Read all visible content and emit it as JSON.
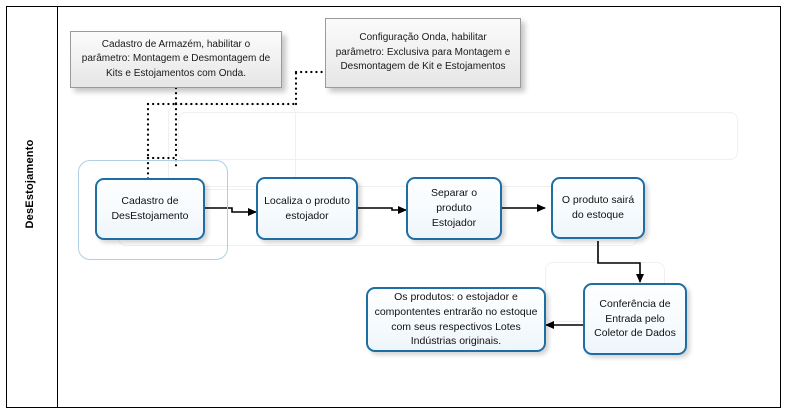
{
  "diagram": {
    "title": "DesEstojamento",
    "lane_label": "DesEstojamento",
    "colors": {
      "process_border": "#1f6ea3",
      "process_fill": "#f7fbfe",
      "group_frame": "#aed0e3",
      "note_border": "#9a9a9a",
      "note_fill": "#f0f0f0",
      "connector": "#000000",
      "frame": "#000000"
    },
    "notes": [
      {
        "id": "note-cadastro-armazem",
        "text": "Cadastro de Armazém, habilitar o parâmetro: Montagem e Desmontagem de Kits e Estojamentos com Onda."
      },
      {
        "id": "note-configuracao-onda",
        "text": "Configuração Onda, habilitar parâmetro:  Exclusiva para Montagem e Desmontagem de Kit e Estojamentos"
      }
    ],
    "steps": [
      {
        "id": "step-cadastro-desestojamento",
        "text": "Cadastro de DesEstojamento"
      },
      {
        "id": "step-localiza-produto",
        "text": "Localiza o produto estojador"
      },
      {
        "id": "step-separar-produto",
        "text": "Separar o produto Estojador"
      },
      {
        "id": "step-produto-saira-estoque",
        "text": "O produto sairá do estoque"
      },
      {
        "id": "step-conferencia-entrada",
        "text": "Conferência de Entrada pelo Coletor de Dados"
      },
      {
        "id": "step-produtos-entrarao",
        "text": "Os produtos: o estojador e compontentes entrarão no estoque com seus respectivos Lotes Indústrias originais."
      }
    ],
    "connectors": [
      {
        "id": "arrow-cadastro-to-localiza",
        "type": "solid-arrow"
      },
      {
        "id": "arrow-localiza-to-separar",
        "type": "solid-arrow"
      },
      {
        "id": "arrow-separar-to-saira",
        "type": "solid-arrow"
      },
      {
        "id": "arrow-saira-to-conferencia",
        "type": "solid-arrow"
      },
      {
        "id": "arrow-conferencia-to-produtos",
        "type": "solid-arrow"
      },
      {
        "id": "dotted-note-armazem-to-cadastro",
        "type": "dotted"
      },
      {
        "id": "dotted-note-onda-to-cadastro",
        "type": "dotted"
      }
    ]
  }
}
